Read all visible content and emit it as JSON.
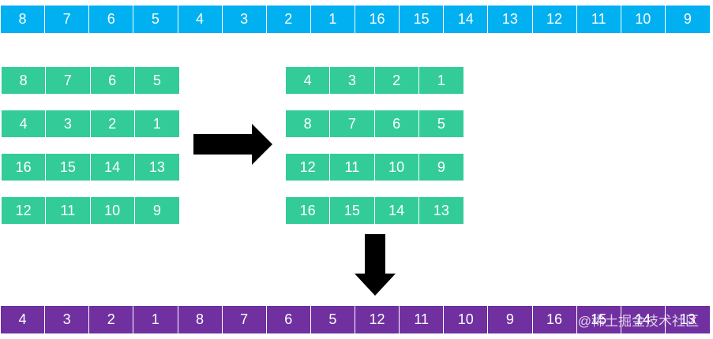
{
  "top_row": [
    "8",
    "7",
    "6",
    "5",
    "4",
    "3",
    "2",
    "1",
    "16",
    "15",
    "14",
    "13",
    "12",
    "11",
    "10",
    "9"
  ],
  "left_grid": [
    [
      "8",
      "7",
      "6",
      "5"
    ],
    [
      "4",
      "3",
      "2",
      "1"
    ],
    [
      "16",
      "15",
      "14",
      "13"
    ],
    [
      "12",
      "11",
      "10",
      "9"
    ]
  ],
  "right_grid": [
    [
      "4",
      "3",
      "2",
      "1"
    ],
    [
      "8",
      "7",
      "6",
      "5"
    ],
    [
      "12",
      "11",
      "10",
      "9"
    ],
    [
      "16",
      "15",
      "14",
      "13"
    ]
  ],
  "bottom_row": [
    "4",
    "3",
    "2",
    "1",
    "8",
    "7",
    "6",
    "5",
    "12",
    "11",
    "10",
    "9",
    "16",
    "15",
    "14",
    "13"
  ],
  "watermark": "@稀土掘金技术社区",
  "colors": {
    "top_row": "#00b0f0",
    "grid": "#33cc99",
    "bottom_row": "#7030a0",
    "arrow": "#000000"
  },
  "icons": {
    "arrow_right": "arrow-right-icon",
    "arrow_down": "arrow-down-icon"
  }
}
